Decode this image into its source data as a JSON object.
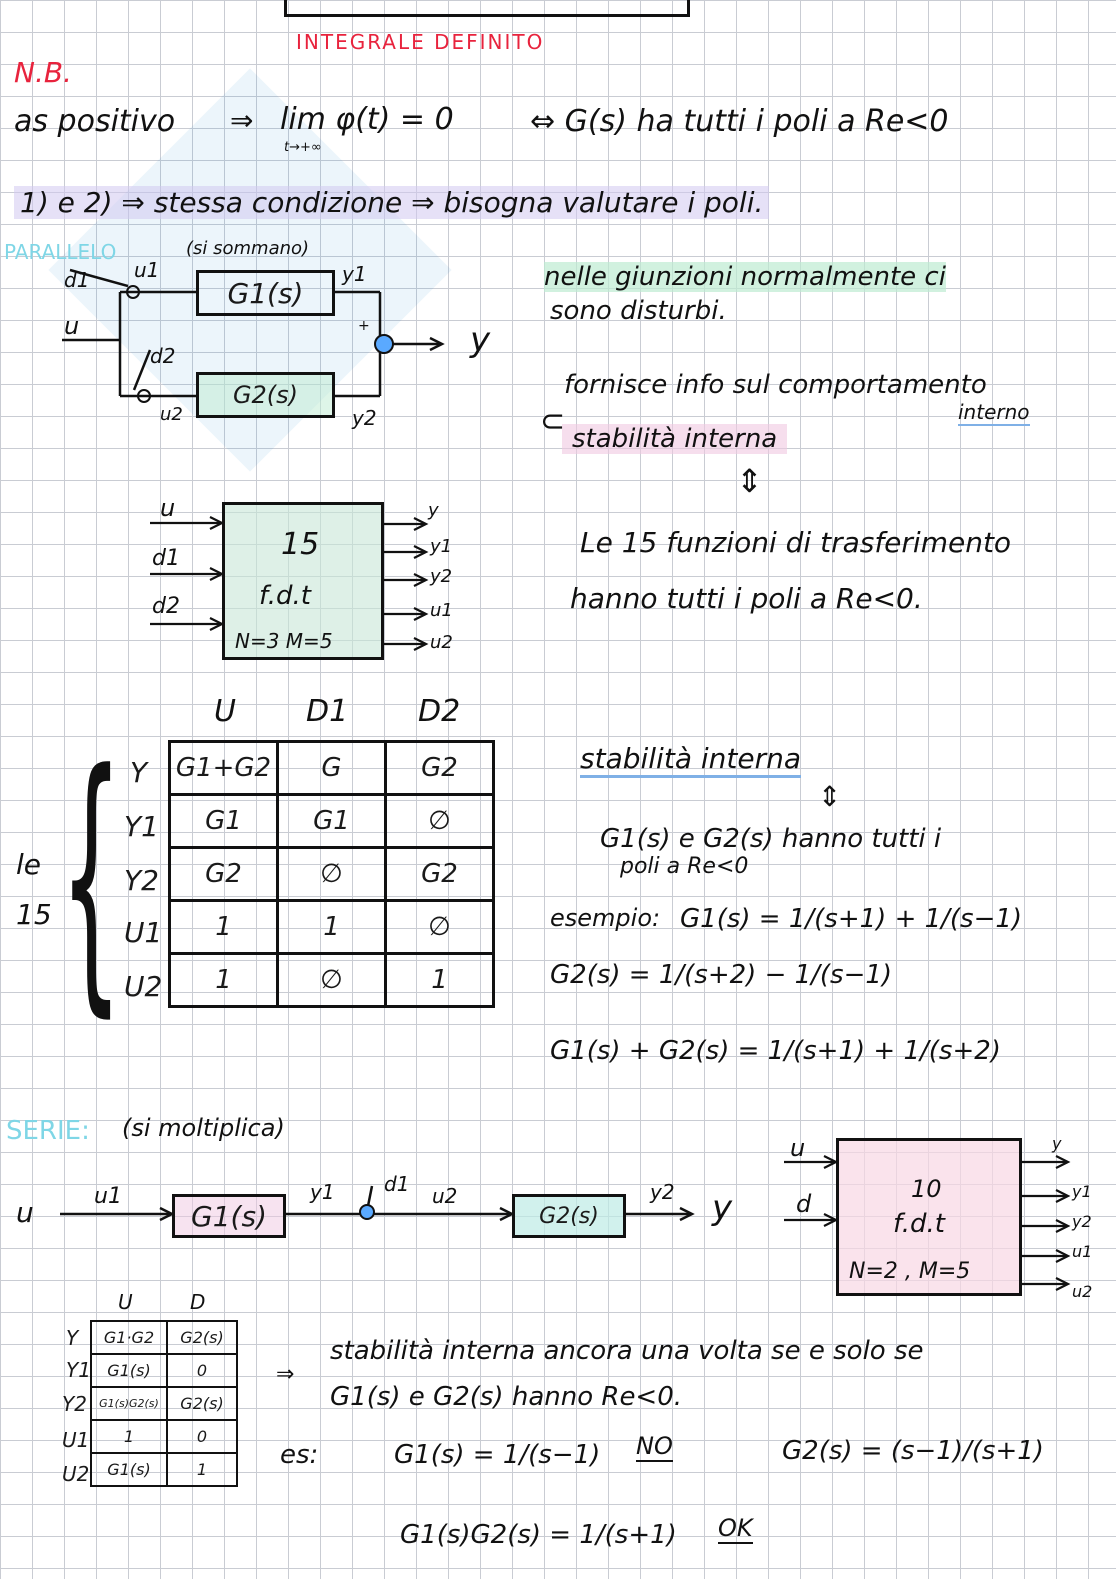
{
  "header": {
    "title": "INTEGRALE DEFINITO",
    "nb": "N.B.",
    "line1_left": "as positivo",
    "line1_lim": "lim φ(t) = 0",
    "line1_lim_sub": "t→+∞",
    "line1_right": "⇔ G(s) ha tutti i poli a Re<0",
    "line2": "1) e 2) ⇒ stessa condizione ⇒ bisogna valutare i poli."
  },
  "parallel": {
    "heading": "PARALLELO",
    "heading_note": "(si sommano)",
    "block1": "G1(s)",
    "block2": "G2(s)",
    "labels": {
      "d1": "d1",
      "u1": "u1",
      "u": "u",
      "d2": "d2",
      "u2": "u2",
      "y1": "y1",
      "y2": "y2",
      "y": "y",
      "plus": "+"
    },
    "note1": "nelle giunzioni normalmente ci",
    "note2": "sono disturbi.",
    "note3": "fornisce info sul comportamento",
    "note3b": "interno",
    "note4": "stabilità interna",
    "equiv": "⇕",
    "note5": "Le 15 funzioni di trasferimento",
    "note6": "hanno tutti i poli a Re<0.",
    "sys_inputs": [
      "u",
      "d1",
      "d2"
    ],
    "sys_outputs": [
      "y",
      "y1",
      "y2",
      "u1",
      "u2"
    ],
    "sys_line1": "15",
    "sys_line2": "f.d.t",
    "sys_line3": "N=3  M=5"
  },
  "parallel_table": {
    "side_label": "le 15",
    "columns": [
      "U",
      "D1",
      "D2"
    ],
    "rows": [
      {
        "label": "Y",
        "cells": [
          "G1+G2",
          "G",
          "G2"
        ]
      },
      {
        "label": "Y1",
        "cells": [
          "G1",
          "G1",
          "∅"
        ]
      },
      {
        "label": "Y2",
        "cells": [
          "G2",
          "∅",
          "G2"
        ]
      },
      {
        "label": "U1",
        "cells": [
          "1",
          "1",
          "∅"
        ]
      },
      {
        "label": "U2",
        "cells": [
          "1",
          "∅",
          "1"
        ]
      }
    ]
  },
  "stability": {
    "title": "stabilità interna",
    "equiv": "⇕",
    "line1": "G1(s) e G2(s) hanno tutti i",
    "line2": "poli a Re<0",
    "example_label": "esempio:",
    "ex1": "G1(s) = 1/(s+1) + 1/(s−1)",
    "ex2": "G2(s) = 1/(s+2) − 1/(s−1)",
    "ex3": "G1(s) + G2(s) = 1/(s+1) + 1/(s+2)"
  },
  "series": {
    "heading": "SERIE:",
    "heading_note": "(si moltiplica)",
    "u": "u",
    "u1": "u1",
    "block1": "G1(s)",
    "y1": "y1",
    "d1": "d1",
    "u2": "u2",
    "block2": "G2(s)",
    "y2": "y2",
    "y": "y",
    "sys_inputs": [
      "u",
      "d"
    ],
    "sys_outputs": [
      "y",
      "y1",
      "y2",
      "u1",
      "u2"
    ],
    "sys_line1": "10",
    "sys_line2": "f.d.t",
    "sys_line3": "N=2 , M=5"
  },
  "series_table": {
    "columns": [
      "U",
      "D"
    ],
    "rows": [
      {
        "label": "Y",
        "cells": [
          "G1·G2",
          "G2(s)"
        ]
      },
      {
        "label": "Y1",
        "cells": [
          "G1(s)",
          "0"
        ]
      },
      {
        "label": "Y2",
        "cells": [
          "G1(s)G2(s)",
          "G2(s)"
        ]
      },
      {
        "label": "U1",
        "cells": [
          "1",
          "0"
        ]
      },
      {
        "label": "U2",
        "cells": [
          "G1(s)",
          "1"
        ]
      }
    ]
  },
  "series_notes": {
    "arrow": "⇒",
    "line1": "stabilità interna ancora una volta se e solo se",
    "line2": "G1(s) e G2(s) hanno Re<0.",
    "es": "es:",
    "g1": "G1(s) = 1/(s−1)",
    "no": "NO",
    "g2": "G2(s) = (s−1)/(s+1)",
    "prod": "G1(s)G2(s) = 1/(s+1)",
    "ok": "OK"
  }
}
